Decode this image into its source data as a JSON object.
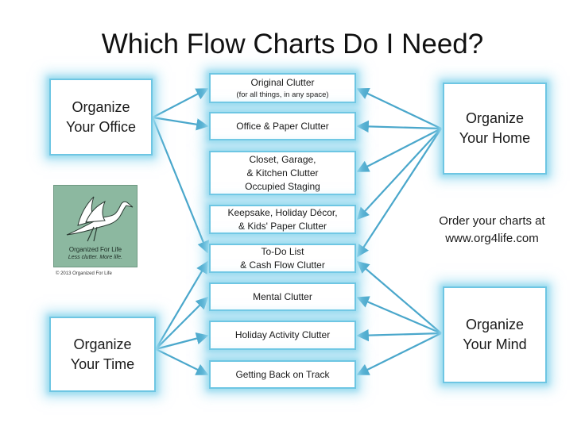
{
  "title": "Which Flow Charts Do I Need?",
  "colors": {
    "box_border": "#6ec6e3",
    "glow": "#9ddcef",
    "arrow": "#4aa7cb",
    "logo_bg": "#8cb8a0"
  },
  "sources": {
    "office": {
      "line1": "Organize",
      "line2": "Your Office"
    },
    "home": {
      "line1": "Organize",
      "line2": "Your Home"
    },
    "time": {
      "line1": "Organize",
      "line2": "Your Time"
    },
    "mind": {
      "line1": "Organize",
      "line2": "Your Mind"
    }
  },
  "charts": [
    {
      "line1": "Original Clutter",
      "line2": "(for all things, in any space)"
    },
    {
      "line1": "Office & Paper Clutter"
    },
    {
      "line1": "Closet, Garage,",
      "line2": "& Kitchen Clutter",
      "line3": "Occupied Staging"
    },
    {
      "line1": "Keepsake, Holiday Décor,",
      "line2": "& Kids' Paper Clutter"
    },
    {
      "line1": "To-Do List",
      "line2": "& Cash Flow Clutter"
    },
    {
      "line1": "Mental Clutter"
    },
    {
      "line1": "Holiday Activity Clutter"
    },
    {
      "line1": "Getting Back on Track"
    }
  ],
  "order": {
    "line1": "Order your charts at",
    "line2": "www.org4life.com"
  },
  "logo": {
    "icon": "heron-icon",
    "name": "Organized For Life",
    "tagline": "Less clutter. More life.",
    "copyright": "© 2013 Organized For Life"
  }
}
